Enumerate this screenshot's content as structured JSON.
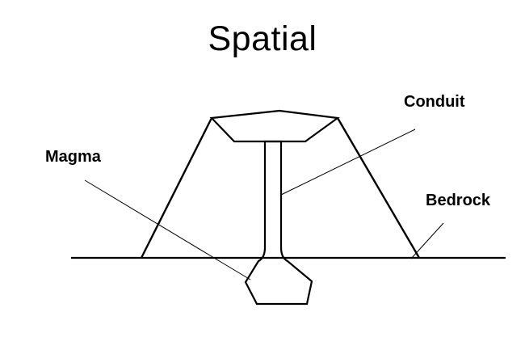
{
  "diagram": {
    "title": "Spatial",
    "labels": {
      "conduit": "Conduit",
      "magma": "Magma",
      "bedrock": "Bedrock"
    },
    "colors": {
      "stroke": "#000000",
      "background": "#ffffff"
    }
  }
}
